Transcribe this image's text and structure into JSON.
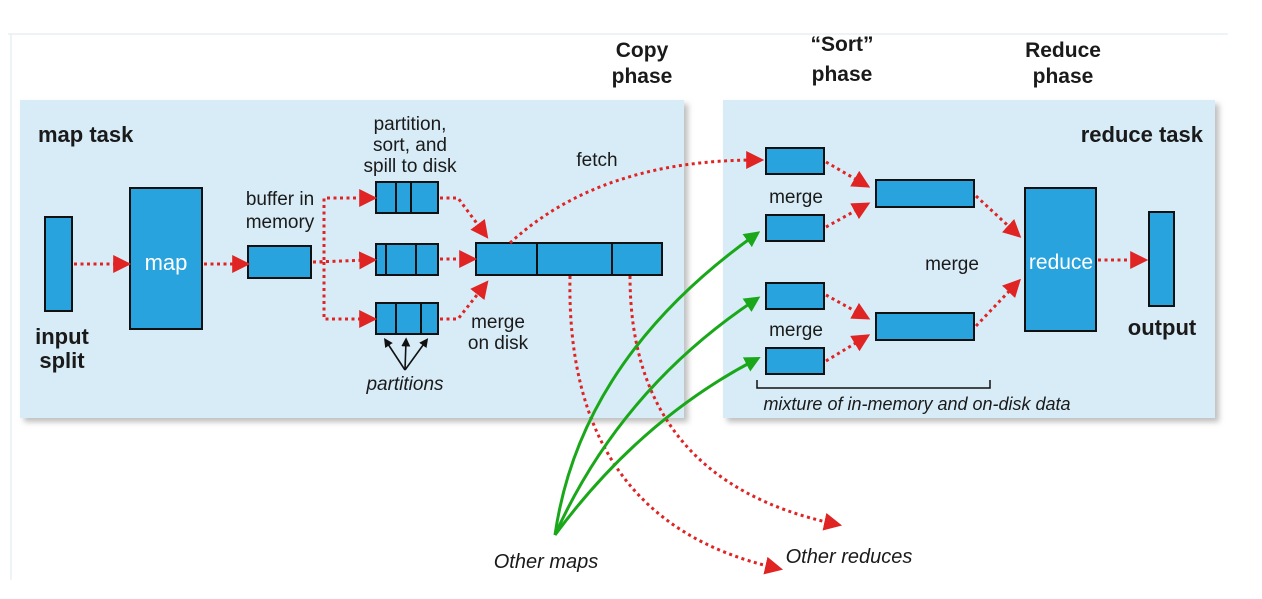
{
  "phases": {
    "copy": [
      "Copy",
      "phase"
    ],
    "sort": [
      "“Sort”",
      "phase"
    ],
    "reduce": [
      "Reduce",
      "phase"
    ]
  },
  "map_task": {
    "title": "map task",
    "input_split": [
      "input",
      "split"
    ],
    "map_label": "map",
    "buffer": [
      "buffer in",
      "memory"
    ],
    "partition": [
      "partition,",
      "sort, and",
      "spill to disk"
    ],
    "partitions": "partitions",
    "merge_on_disk": [
      "merge",
      "on disk"
    ],
    "fetch": "fetch"
  },
  "reduce_task": {
    "title": "reduce task",
    "merge_top": "merge",
    "merge_bottom": "merge",
    "merge_center": "merge",
    "reduce_label": "reduce",
    "output": "output",
    "mixture": "mixture of in-memory and on-disk data"
  },
  "external": {
    "other_maps": "Other maps",
    "other_reduces": "Other reduces"
  },
  "colors": {
    "panel_fill": "#d7ecf7",
    "box_fill": "#29a3dd",
    "data_arrow": "#e02424",
    "fetch_arrow": "#1aa81a"
  }
}
